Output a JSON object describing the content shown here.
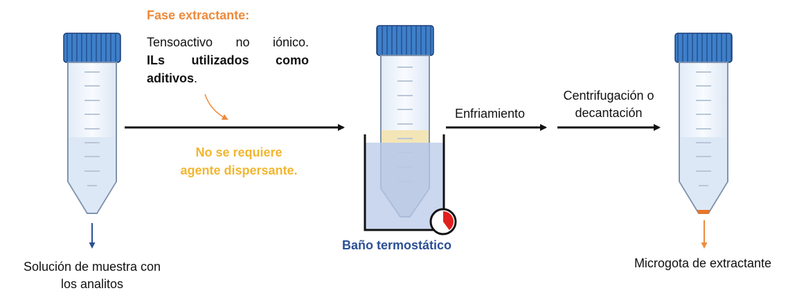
{
  "extractant_phase": {
    "title": "Fase extractante:",
    "line1": "Tensoactivo no iónico.",
    "line2_bold": "ILs utilizados como",
    "line3_bold": "aditivos",
    "line3_end": "."
  },
  "dispersant_note": {
    "line1": "No se requiere",
    "line2": "agente dispersante."
  },
  "steps": {
    "cooling": "Enfriamiento",
    "separation_line1": "Centrifugación o",
    "separation_line2": "decantación"
  },
  "bath_label": "Baño termostático",
  "captions": {
    "sample_line1": "Solución de muestra con",
    "sample_line2": "los analitos",
    "droplet": "Microgota de extractante"
  },
  "colors": {
    "orange": "#ee8a3a",
    "yellow": "#f2b630",
    "navy": "#2c4f95",
    "cap_blue": "#3f7fc9",
    "bath_blue": "#b9c9e8",
    "droplet_orange": "#e8752a",
    "timer_red": "#e0201e"
  },
  "icons": [
    "centrifuge-tube-icon",
    "thermostatic-bath-icon",
    "timer-icon"
  ]
}
